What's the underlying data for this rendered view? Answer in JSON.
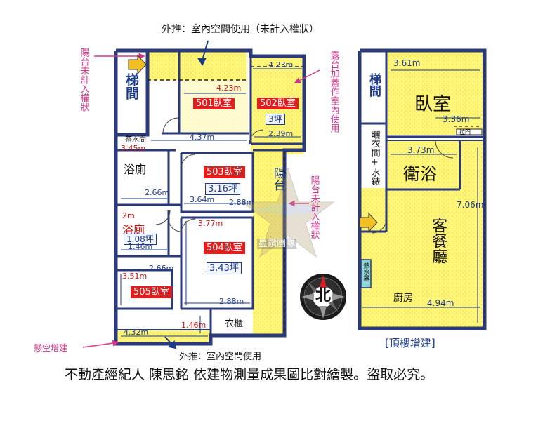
{
  "top_note": "外推：室內空間使用（未計入權狀）",
  "bottom_note": "外推：室內空間使用",
  "left_labels": {
    "balcony": "陽台未計入權狀",
    "bay": "懸空增建"
  },
  "right_labels": {
    "terrace": "露台加蓋作室內使用",
    "balcony2": "陽台未計入權狀"
  },
  "floor_left": {
    "stairs": "梯間",
    "tea": "茶水間",
    "bath1": "浴廁",
    "bath2": "浴廁",
    "balcony": "陽台",
    "closet": "衣櫃",
    "rooms": [
      {
        "id": "501",
        "label": "501臥室"
      },
      {
        "id": "502",
        "label": "502臥室",
        "ping": "3坪"
      },
      {
        "id": "503",
        "label": "503臥室",
        "ping": "3.16坪"
      },
      {
        "id": "504",
        "label": "504臥室",
        "ping": "3.43坪"
      },
      {
        "id": "505",
        "label": "505臥室"
      }
    ],
    "bath2_ping": "1.08坪",
    "dims": {
      "d423a": "4.23m",
      "d423b": "4.23m",
      "d437": "4.37m",
      "d239": "2.39m",
      "d345": "3.45m",
      "d266a": "2.66m",
      "d364": "3.64m",
      "d288a": "2.88m",
      "d2m": "2m",
      "d146a": "1.46m",
      "d377": "3.77m",
      "d351": "3.51m",
      "d266b": "2.66m",
      "d288b": "2.88m",
      "d432": "4.32m",
      "d146b": "1.46m"
    }
  },
  "floor_right": {
    "stairs": "梯間",
    "bedroom": "臥室",
    "bathroom": "衛浴",
    "closet": "曬衣間+水錶",
    "living": "客餐廳",
    "kitchen": "廚房",
    "water_heater": "熱水器",
    "sliding": "拉門",
    "title": "[頂樓增建]",
    "dims": {
      "d361": "3.61m",
      "d336": "3.36m",
      "d373": "3.73m",
      "d706": "7.06m",
      "d494": "4.94m"
    }
  },
  "compass": {
    "label": "北"
  },
  "watermark": "星鑽團隊",
  "footer": "不動產經紀人 陳思銘 依建物測量成果圖比對繪製。盜取必究。"
}
